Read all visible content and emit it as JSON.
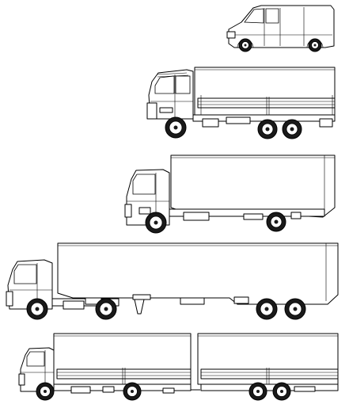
{
  "vehicles": [
    {
      "name": "panel-van"
    },
    {
      "name": "rigid-truck-three-axle"
    },
    {
      "name": "rigid-box-truck-two-axle"
    },
    {
      "name": "articulated-tractor-semitrailer"
    },
    {
      "name": "truck-with-drawbar-trailer"
    }
  ]
}
